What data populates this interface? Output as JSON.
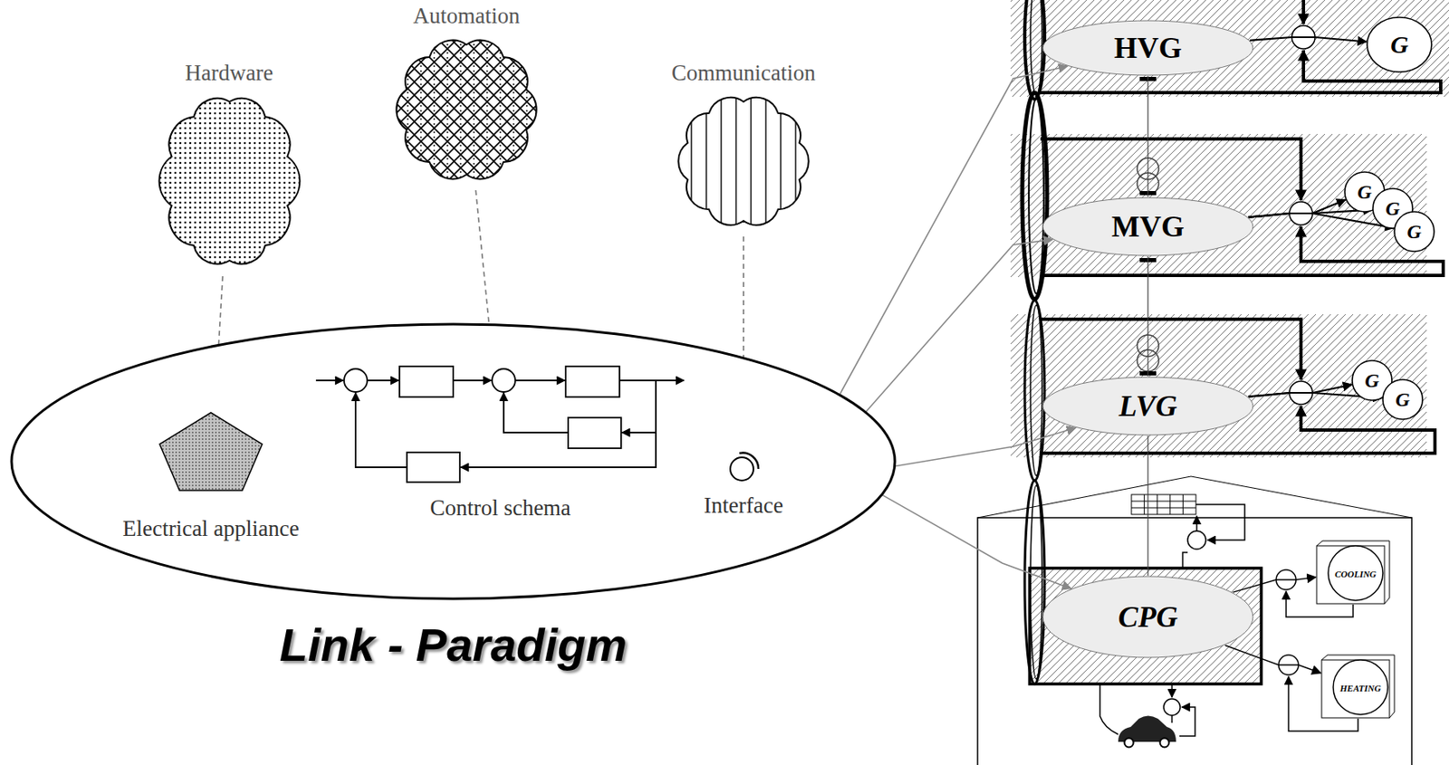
{
  "diagram": {
    "nodes": [
      {
        "text": [
          "Hardware"
        ]
      },
      {
        "text": [
          "Automation"
        ]
      },
      {
        "text": [
          "Communication"
        ]
      },
      {
        "text": [
          "Link - Paradigm"
        ]
      },
      {
        "text": [
          "Electrical appliance"
        ],
        "in": 3
      },
      {
        "text": [
          "Control schema"
        ],
        "in": 3
      },
      {
        "text": [
          "Interface"
        ],
        "in": 3
      },
      {
        "text": [
          "HVG"
        ]
      },
      {
        "text": [
          "G"
        ]
      },
      {
        "text": [
          "MVG"
        ]
      },
      {
        "text": [
          "G"
        ]
      },
      {
        "text": [
          "G"
        ]
      },
      {
        "text": [
          "G"
        ]
      },
      {
        "text": [
          "LVG"
        ]
      },
      {
        "text": [
          "G"
        ]
      },
      {
        "text": [
          "G"
        ]
      },
      {
        "text": [
          "CPG"
        ]
      },
      {
        "text": [
          "COOLING"
        ]
      },
      {
        "text": [
          "HEATING"
        ]
      }
    ],
    "edges": [
      {
        "from": 0,
        "to": 4,
        "arrow": "to"
      },
      {
        "from": 1,
        "to": 5,
        "arrow": "to"
      },
      {
        "from": 2,
        "to": 6,
        "arrow": "to"
      },
      {
        "from": 3,
        "to": 7,
        "arrow": "to"
      },
      {
        "from": 3,
        "to": 9,
        "arrow": "to"
      },
      {
        "from": 3,
        "to": 13,
        "arrow": "to"
      },
      {
        "from": 3,
        "to": 16,
        "arrow": "to"
      },
      {
        "from": 7,
        "to": 8,
        "arrow": "to"
      },
      {
        "from": 7,
        "to": 9,
        "arrow": "none"
      },
      {
        "from": 9,
        "to": 10,
        "arrow": "to"
      },
      {
        "from": 9,
        "to": 11,
        "arrow": "to"
      },
      {
        "from": 9,
        "to": 12,
        "arrow": "to"
      },
      {
        "from": 9,
        "to": 13,
        "arrow": "none"
      },
      {
        "from": 13,
        "to": 14,
        "arrow": "to"
      },
      {
        "from": 13,
        "to": 15,
        "arrow": "to"
      },
      {
        "from": 13,
        "to": 16,
        "arrow": "none"
      },
      {
        "from": 16,
        "to": 17,
        "arrow": "to"
      },
      {
        "from": 16,
        "to": 18,
        "arrow": "to"
      }
    ]
  }
}
